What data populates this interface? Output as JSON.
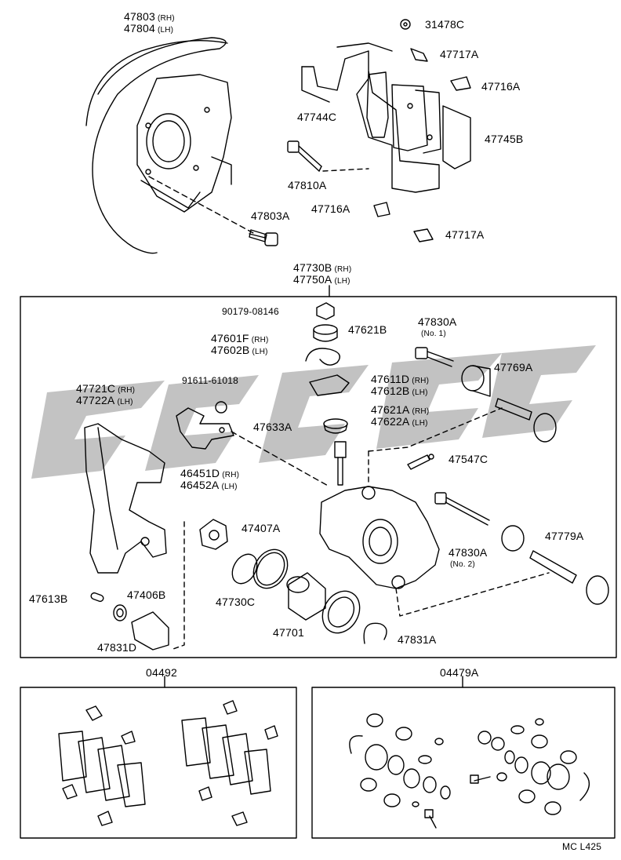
{
  "parts": {
    "p47803_rh": "47803",
    "p47803_rh_side": "(RH)",
    "p47804_lh": "47804",
    "p47804_lh_side": "(LH)",
    "p31478c": "31478C",
    "p47717a_top": "47717A",
    "p47716a_top": "47716A",
    "p47744c": "47744C",
    "p47745b": "47745B",
    "p47810a": "47810A",
    "p47716a_bottom": "47716A",
    "p47803a": "47803A",
    "p47717a_bottom": "47717A",
    "p47730b": "47730B",
    "p47730b_side": "(RH)",
    "p47750a": "47750A",
    "p47750a_side": "(LH)",
    "p90179": "90179-08146",
    "p47621b": "47621B",
    "p47830a_no1": "47830A",
    "p47830a_no1_note": "(No. 1)",
    "p47601f": "47601F",
    "p47601f_side": "(RH)",
    "p47602b": "47602B",
    "p47602b_side": "(LH)",
    "p47769a": "47769A",
    "p47721c": "47721C",
    "p47721c_side": "(RH)",
    "p47722a": "47722A",
    "p47722a_side": "(LH)",
    "p91611": "91611-61018",
    "p47611d": "47611D",
    "p47611d_side": "(RH)",
    "p47612b": "47612B",
    "p47612b_side": "(LH)",
    "p47633a": "47633A",
    "p47621a": "47621A",
    "p47621a_side": "(RH)",
    "p47622a": "47622A",
    "p47622a_side": "(LH)",
    "p47547c": "47547C",
    "p46451d": "46451D",
    "p46451d_side": "(RH)",
    "p46452a": "46452A",
    "p46452a_side": "(LH)",
    "p47407a": "47407A",
    "p47830a_no2": "47830A",
    "p47830a_no2_note": "(No. 2)",
    "p47779a": "47779A",
    "p47613b": "47613B",
    "p47406b": "47406B",
    "p47730c": "47730C",
    "p47701": "47701",
    "p47831a": "47831A",
    "p47831d": "47831D",
    "p04492": "04492",
    "p04479a": "04479A"
  },
  "footer_code": "MC L425",
  "watermark_color": "#b8b8b8"
}
